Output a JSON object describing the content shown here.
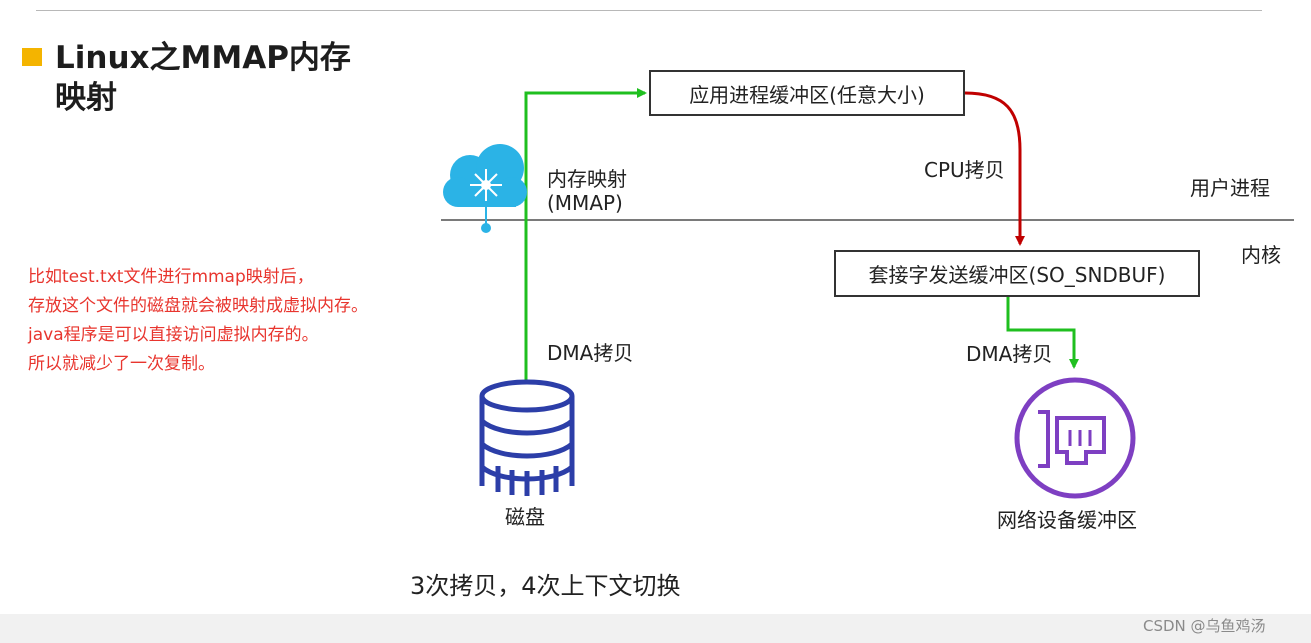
{
  "title": {
    "line1": "Linux之MMAP内存",
    "line2": "映射"
  },
  "boxes": {
    "app_buffer": "应用进程缓冲区(任意大小)",
    "socket_buffer": "套接字发送缓冲区(SO_SNDBUF)"
  },
  "labels": {
    "mmap_line1": "内存映射",
    "mmap_line2": "(MMAP)",
    "cpu_copy": "CPU拷贝",
    "user_process": "用户进程",
    "kernel": "内核",
    "dma_copy_left": "DMA拷贝",
    "dma_copy_right": "DMA拷贝",
    "disk": "磁盘",
    "network_buffer": "网络设备缓冲区",
    "summary": "3次拷贝，4次上下文切换"
  },
  "note": [
    "比如test.txt文件进行mmap映射后，",
    "存放这个文件的磁盘就会被映射成虚拟内存。",
    "java程序是可以直接访问虚拟内存的。",
    "所以就减少了一次复制。"
  ],
  "watermark": "CSDN @乌鱼鸡汤",
  "icons": [
    "mmap-cloud-icon",
    "disk-database-icon",
    "network-card-icon"
  ],
  "colors": {
    "title_bullet": "#f4b400",
    "dma_arrow": "#1fbf1f",
    "cpu_arrow": "#c00000",
    "note_text": "#e8352e",
    "cloud_icon": "#2bb3e6",
    "disk_icon": "#2c3ea8",
    "network_icon": "#7e3fc2"
  }
}
